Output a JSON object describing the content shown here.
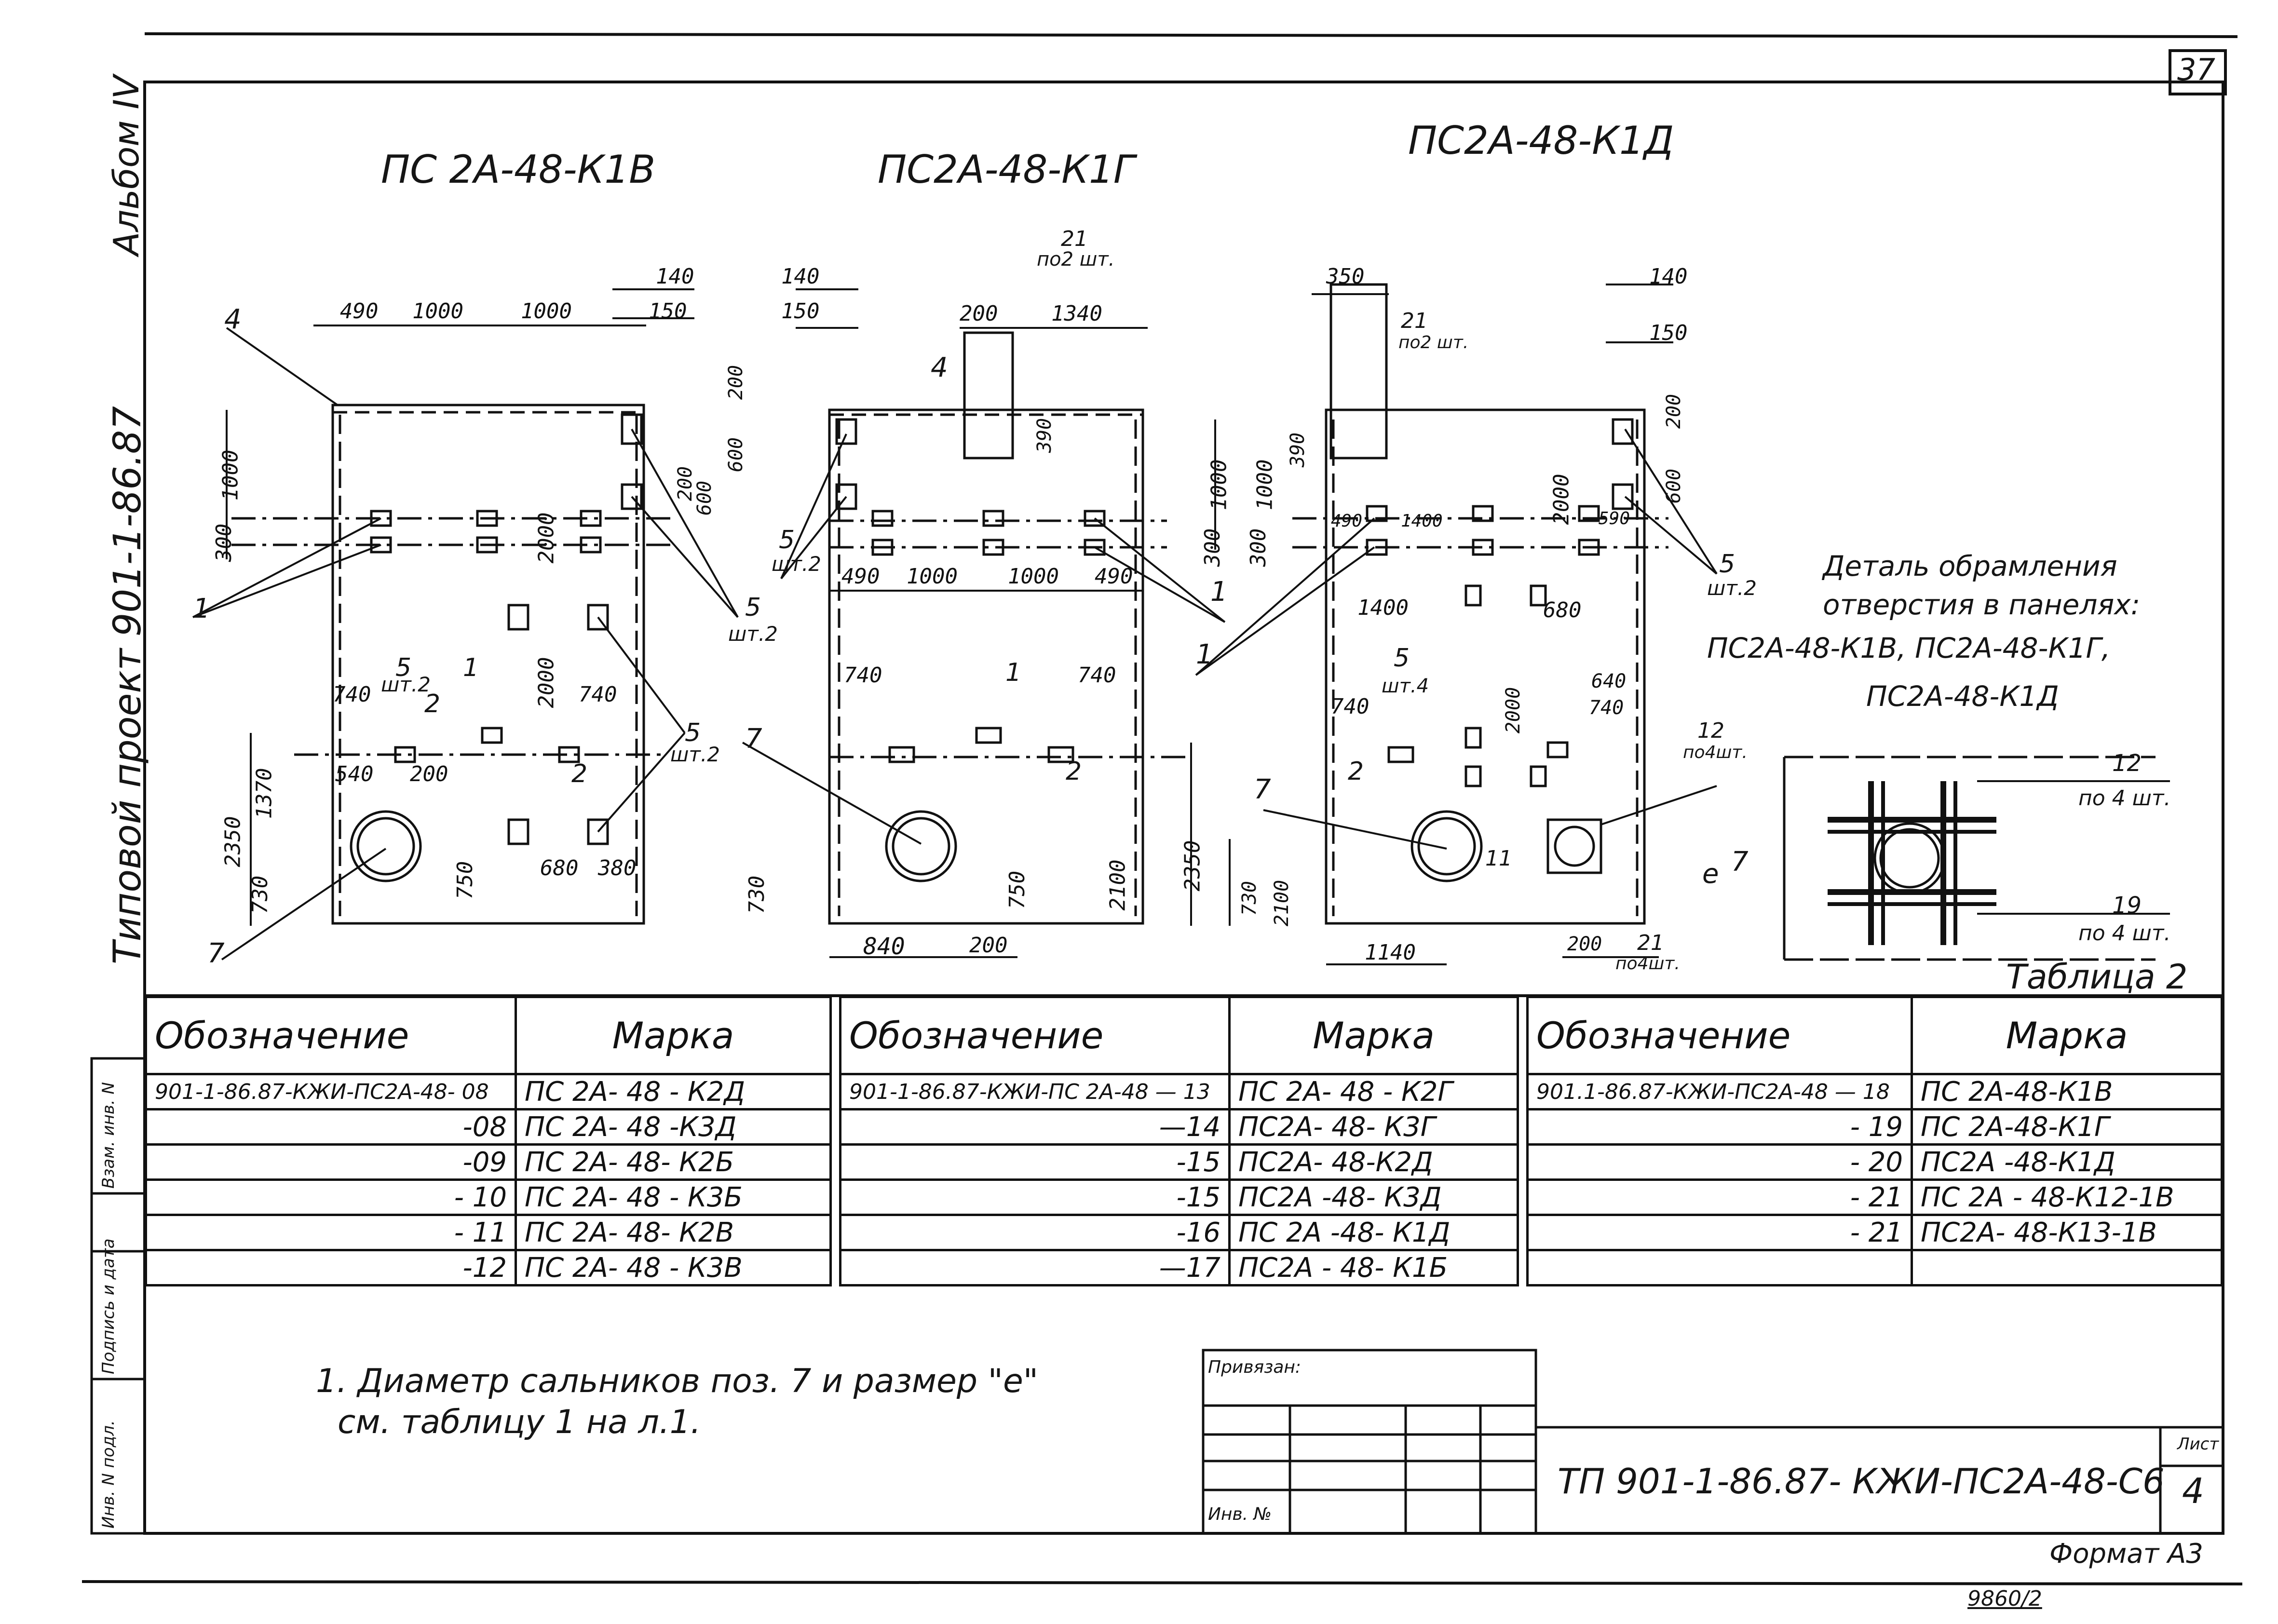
{
  "sheet": {
    "number_top": "37",
    "album": "Альбом IV",
    "project": "Типовой проект 901-1-86.87",
    "format": "Формат А3",
    "inventory_bottom": "9860/2",
    "doc_code": "ТП 901-1-86.87- КЖИ-ПС2А-48-С6",
    "sheet_label": "Лист",
    "sheet_num": "4",
    "linked": "Привязан:",
    "inv_no": "Инв. №"
  },
  "side_stamp": {
    "inv_podl": "Инв. N подл.",
    "sign_date": "Подпись и дата",
    "vzam": "Взам. инв. N"
  },
  "drawings": {
    "panel1_title": "ПС 2А-48-К1В",
    "panel2_title": "ПС2А-48-К1Г",
    "panel3_title": "ПС2А-48-К1Д",
    "detail_title_1": "Деталь обрамления",
    "detail_title_2": "отверстия в панелях:",
    "detail_title_3": "ПС2А-48-К1В, ПС2А-48-К1Г,",
    "detail_title_4": "ПС2А-48-К1Д",
    "table_caption": "Таблица 2",
    "p1_dims": {
      "a": "490",
      "b": "1000",
      "c": "1000",
      "d": "140",
      "e": "150",
      "f": "1000",
      "g": "300",
      "h": "2000",
      "i": "200",
      "j": "600",
      "k": "740",
      "l": "740",
      "m": "540",
      "n": "200",
      "o": "2350",
      "p": "1370",
      "q": "730",
      "r": "750",
      "s": "680",
      "t": "380",
      "u": "2000"
    },
    "p2_dims": {
      "a": "140",
      "b": "150",
      "c": "200",
      "d": "1340",
      "e": "200",
      "f": "390",
      "g": "600",
      "h": "490",
      "i": "1000",
      "j": "1000",
      "k": "490",
      "l": "740",
      "m": "740",
      "n": "730",
      "o": "750",
      "p": "2100",
      "q": "2350",
      "r": "840",
      "s": "200"
    },
    "p3_dims": {
      "a": "350",
      "b": "1000",
      "c": "1000",
      "d": "390",
      "e": "300",
      "f": "300",
      "g": "2000",
      "h": "490",
      "i": "1400",
      "j": "590",
      "k": "1400",
      "l": "680",
      "m": "740",
      "n": "2000",
      "o": "640",
      "p": "740",
      "q": "730",
      "r": "2100",
      "s": "1140",
      "t": "200",
      "u": "140",
      "v": "150",
      "w": "200",
      "x": "600"
    },
    "callouts": {
      "c1": "1",
      "c2": "2",
      "c4": "4",
      "c5": "5",
      "c7": "7",
      "c11": "11",
      "c12": "12",
      "c19": "19",
      "c21": "21",
      "sht2": "шт.2",
      "sht4": "шт.4",
      "po2sht": "по2 шт.",
      "po4sht": "по 4 шт.",
      "po4sht2": "по4шт.",
      "e": "е"
    }
  },
  "tables": [
    {
      "h_code": "Обозначение",
      "h_mark": "Марка",
      "rows": [
        {
          "code": "901-1-86.87-КЖИ-ПС2А-48- 08",
          "mark": "ПС 2А- 48 - К2Д"
        },
        {
          "code": "-08",
          "mark": "ПС 2А- 48 -К3Д"
        },
        {
          "code": "-09",
          "mark": "ПС 2А- 48- К2Б"
        },
        {
          "code": "- 10",
          "mark": "ПС 2А- 48 - К3Б"
        },
        {
          "code": "- 11",
          "mark": "ПС 2А- 48- К2В"
        },
        {
          "code": "-12",
          "mark": "ПС 2А- 48 - К3В"
        }
      ]
    },
    {
      "h_code": "Обозначение",
      "h_mark": "Марка",
      "rows": [
        {
          "code": "901-1-86.87-КЖИ-ПС 2А-48 — 13",
          "mark": "ПС 2А- 48 - К2Г"
        },
        {
          "code": "—14",
          "mark": "ПС2А- 48- К3Г"
        },
        {
          "code": "-15",
          "mark": "ПС2А- 48-К2Д"
        },
        {
          "code": "-15",
          "mark": "ПС2А -48- К3Д"
        },
        {
          "code": "-16",
          "mark": "ПС 2А -48- К1Д"
        },
        {
          "code": "—17",
          "mark": "ПС2А - 48- К1Б"
        }
      ]
    },
    {
      "h_code": "Обозначение",
      "h_mark": "Марка",
      "rows": [
        {
          "code": "901.1-86.87-КЖИ-ПС2А-48 — 18",
          "mark": "ПС 2А-48-К1В"
        },
        {
          "code": "- 19",
          "mark": "ПС 2А-48-К1Г"
        },
        {
          "code": "- 20",
          "mark": "ПС2А -48-К1Д"
        },
        {
          "code": "- 21",
          "mark": "ПС 2А - 48-К12-1В"
        },
        {
          "code": "- 21",
          "mark": "ПС2А- 48-К13-1В"
        },
        {
          "code": "",
          "mark": ""
        }
      ]
    }
  ],
  "note": {
    "line1": "1. Диаметр сальников поз. 7 и размер \"е\"",
    "line2": "см. таблицу 1 на л.1."
  }
}
